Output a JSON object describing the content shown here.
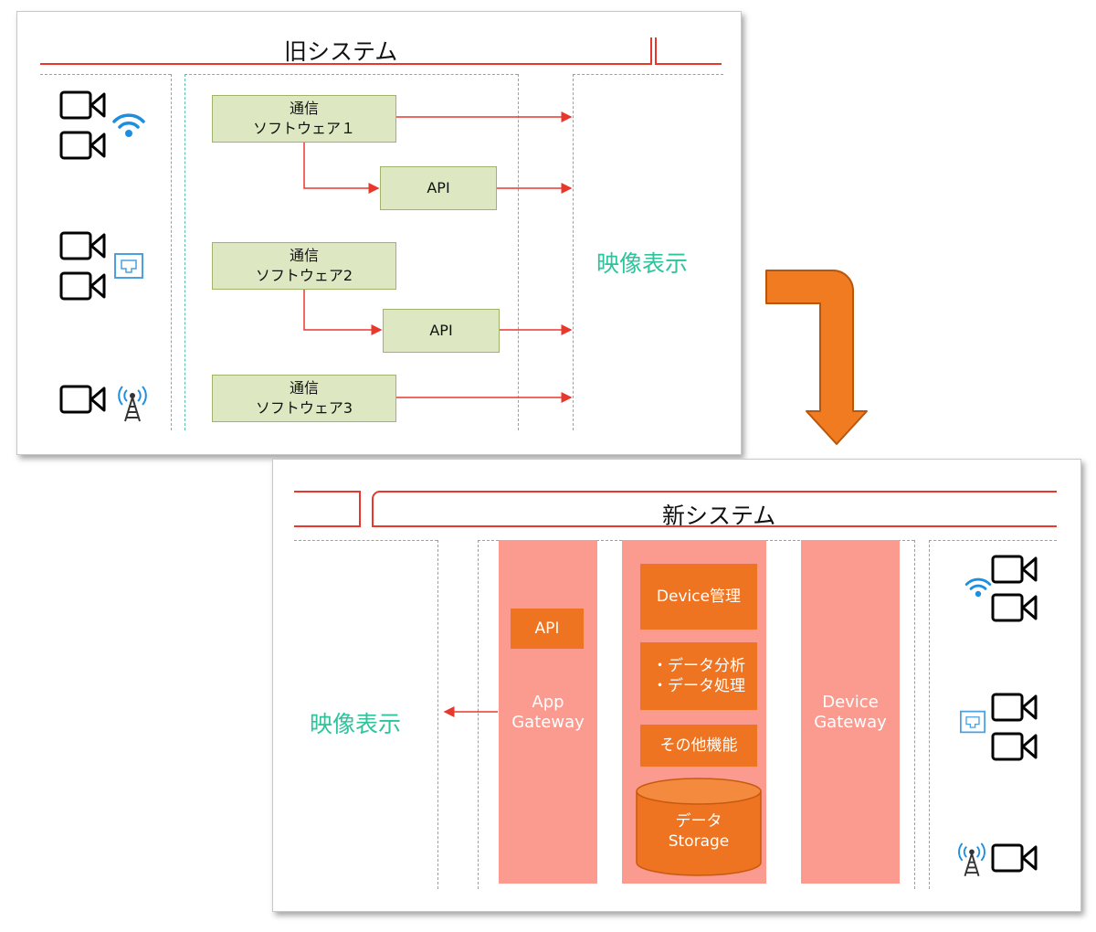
{
  "old_system": {
    "title": "旧システム",
    "comm_boxes": [
      {
        "line1": "通信",
        "line2": "ソフトウェア１"
      },
      {
        "line1": "通信",
        "line2": "ソフトウェア2"
      },
      {
        "line1": "通信",
        "line2": "ソフトウェア3"
      }
    ],
    "api_boxes": [
      "API",
      "API"
    ],
    "display_label": "映像表示",
    "device_icons": [
      "camera-icon",
      "wifi-icon",
      "ethernet-icon",
      "antenna-icon"
    ]
  },
  "new_system": {
    "title": "新システム",
    "display_label": "映像表示",
    "app_gateway": {
      "api": "API",
      "line1": "App",
      "line2": "Gateway"
    },
    "services": {
      "device_mgmt": "Device管理",
      "analysis_line1": "・データ分析",
      "analysis_line2": "・データ処理",
      "other": "その他機能",
      "storage_line1": "データ",
      "storage_line2": "Storage"
    },
    "device_gateway": {
      "line1": "Device",
      "line2": "Gateway"
    },
    "device_icons": [
      "wifi-icon",
      "camera-icon",
      "ethernet-icon",
      "antenna-icon"
    ]
  },
  "colors": {
    "red_line": "#e8382c",
    "teal": "#2ec39c",
    "green_box": "#dde8c2",
    "salmon_column": "#fb9b90",
    "orange_box": "#ee7421",
    "arrow_orange": "#f07b20"
  }
}
